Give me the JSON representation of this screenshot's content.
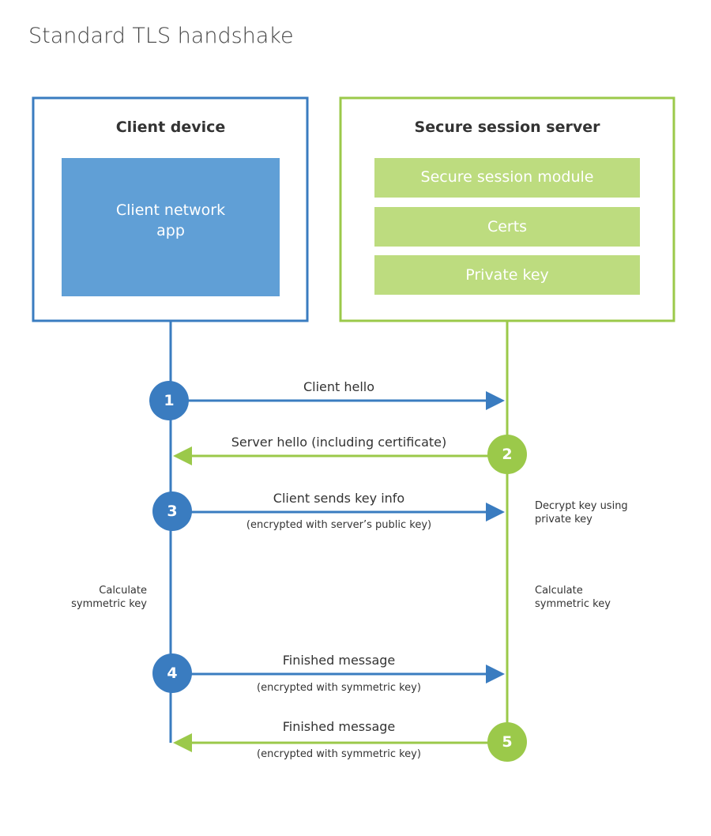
{
  "title": "Standard TLS handshake",
  "colors": {
    "client": "#3a7cc0",
    "client_fill": "#609fd6",
    "server": "#9bc94a",
    "server_fill": "#bddc7f"
  },
  "client": {
    "heading": "Client device",
    "app_line1": "Client network",
    "app_line2": "app"
  },
  "server": {
    "heading": "Secure session server",
    "modules": [
      "Secure session module",
      "Certs",
      "Private key"
    ]
  },
  "steps": [
    {
      "number": "1",
      "label": "Client hello",
      "sub": ""
    },
    {
      "number": "2",
      "label": "Server hello (including certificate)",
      "sub": ""
    },
    {
      "number": "3",
      "label": "Client sends key info",
      "sub": "(encrypted with server’s public key)"
    },
    {
      "number": "4",
      "label": "Finished message",
      "sub": "(encrypted with symmetric key)"
    },
    {
      "number": "5",
      "label": "Finished message",
      "sub": "(encrypted with symmetric key)"
    }
  ],
  "notes": {
    "server_decrypt": [
      "Decrypt key using",
      "private key"
    ],
    "client_calc": [
      "Calculate",
      "symmetric key"
    ],
    "server_calc": [
      "Calculate",
      "symmetric key"
    ]
  }
}
